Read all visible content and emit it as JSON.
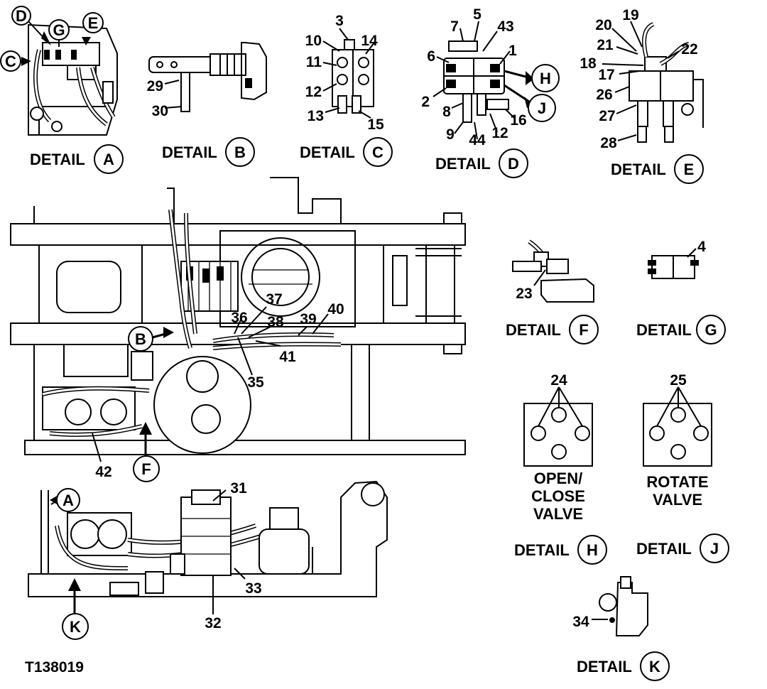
{
  "figure_code": "T138019",
  "part_callouts": [
    "1",
    "2",
    "3",
    "4",
    "5",
    "6",
    "7",
    "8",
    "9",
    "10",
    "11",
    "12",
    "13",
    "14",
    "15",
    "16",
    "17",
    "18",
    "19",
    "20",
    "21",
    "22",
    "23",
    "24",
    "25",
    "26",
    "27",
    "28",
    "29",
    "30",
    "31",
    "32",
    "33",
    "34",
    "35",
    "36",
    "37",
    "38",
    "39",
    "40",
    "41",
    "42",
    "43",
    "44"
  ],
  "detail_word": "DETAIL",
  "detail_letters": [
    "A",
    "B",
    "C",
    "D",
    "E",
    "F",
    "G",
    "H",
    "J",
    "K"
  ],
  "captions": {
    "open_close_line1": "OPEN/",
    "open_close_line2": "CLOSE",
    "open_close_line3": "VALVE",
    "rotate_line1": "ROTATE",
    "rotate_line2": "VALVE"
  }
}
